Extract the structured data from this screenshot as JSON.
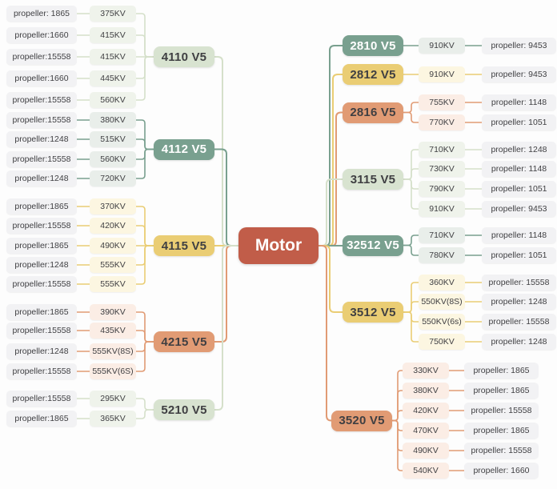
{
  "title": "Motor",
  "palette": {
    "motor_bg": "#C15D49",
    "teal": "#79A08F",
    "yellow": "#EACD74",
    "orange": "#E19B74",
    "green_light": "#D8E3D0",
    "teal_tint": "#E9EEEA",
    "yellow_tint": "#FCF6E1",
    "orange_tint": "#FBEDE5",
    "green_tint": "#EFF3EB",
    "green_line": "#D5E0CA",
    "propeller_bg": "#F2F2F4",
    "text_dark": "#3F3F42",
    "text_light": "#FFFFFF"
  },
  "left_branches": [
    {
      "label": "4110 V5",
      "color": "green",
      "rows": [
        {
          "propeller": "propeller: 1865",
          "kv": "375KV"
        },
        {
          "propeller": "propeller:1660",
          "kv": "415KV"
        },
        {
          "propeller": "propeller:15558",
          "kv": "415KV"
        },
        {
          "propeller": "propeller:1660",
          "kv": "445KV"
        },
        {
          "propeller": "propeller:15558",
          "kv": "560KV"
        }
      ]
    },
    {
      "label": "4112 V5",
      "color": "teal",
      "rows": [
        {
          "propeller": "propeller:15558",
          "kv": "380KV"
        },
        {
          "propeller": "propeller:1248",
          "kv": "515KV"
        },
        {
          "propeller": "propeller:15558",
          "kv": "560KV"
        },
        {
          "propeller": "propeller:1248",
          "kv": "720KV"
        }
      ]
    },
    {
      "label": "4115 V5",
      "color": "yellow",
      "rows": [
        {
          "propeller": "propeller:1865",
          "kv": "370KV"
        },
        {
          "propeller": "propeller:15558",
          "kv": "420KV"
        },
        {
          "propeller": "propeller:1865",
          "kv": "490KV"
        },
        {
          "propeller": "propeller:1248",
          "kv": "555KV"
        },
        {
          "propeller": "propeller:15558",
          "kv": "555KV"
        }
      ]
    },
    {
      "label": "4215 V5",
      "color": "orange",
      "rows": [
        {
          "propeller": "propeller:1865",
          "kv": "390KV"
        },
        {
          "propeller": "propeller:15558",
          "kv": "435KV"
        },
        {
          "propeller": "propeller:1248",
          "kv": "555KV(8S)"
        },
        {
          "propeller": "propeller:15558",
          "kv": "555KV(6S)"
        }
      ]
    },
    {
      "label": "5210 V5",
      "color": "green",
      "rows": [
        {
          "propeller": "propeller:15558",
          "kv": "295KV"
        },
        {
          "propeller": "propeller:1865",
          "kv": "365KV"
        }
      ]
    }
  ],
  "right_branches": [
    {
      "label": "2810 V5",
      "color": "teal",
      "rows": [
        {
          "kv": "910KV",
          "propeller": "propeller: 9453"
        }
      ]
    },
    {
      "label": "2812 V5",
      "color": "yellow",
      "rows": [
        {
          "kv": "910KV",
          "propeller": "propeller: 9453"
        }
      ]
    },
    {
      "label": "2816 V5",
      "color": "orange",
      "rows": [
        {
          "kv": "755KV",
          "propeller": "propeller: 1148"
        },
        {
          "kv": "770KV",
          "propeller": "propeller: 1051"
        }
      ]
    },
    {
      "label": "3115 V5",
      "color": "green",
      "rows": [
        {
          "kv": "710KV",
          "propeller": "propeller: 1248"
        },
        {
          "kv": "730KV",
          "propeller": "propeller: 1148"
        },
        {
          "kv": "790KV",
          "propeller": "propeller: 1051"
        },
        {
          "kv": "910KV",
          "propeller": "propeller: 9453"
        }
      ]
    },
    {
      "label": "32512 V5",
      "color": "teal",
      "rows": [
        {
          "kv": "710KV",
          "propeller": "propeller: 1148"
        },
        {
          "kv": "780KV",
          "propeller": "propeller: 1051"
        }
      ]
    },
    {
      "label": "3512 V5",
      "color": "yellow",
      "rows": [
        {
          "kv": "360KV",
          "propeller": "propeller: 15558"
        },
        {
          "kv": "550KV(8S)",
          "propeller": "propeller: 1248"
        },
        {
          "kv": "550KV(6s)",
          "propeller": "propeller: 15558"
        },
        {
          "kv": "750KV",
          "propeller": "propeller: 1248"
        }
      ]
    },
    {
      "label": "3520 V5",
      "color": "orange",
      "rows": [
        {
          "kv": "330KV",
          "propeller": "propeller: 1865"
        },
        {
          "kv": "380KV",
          "propeller": "propeller: 1865"
        },
        {
          "kv": "420KV",
          "propeller": "propeller: 15558"
        },
        {
          "kv": "470KV",
          "propeller": "propeller: 1865"
        },
        {
          "kv": "490KV",
          "propeller": "propeller: 15558"
        },
        {
          "kv": "540KV",
          "propeller": "propeller: 1660"
        }
      ]
    }
  ]
}
